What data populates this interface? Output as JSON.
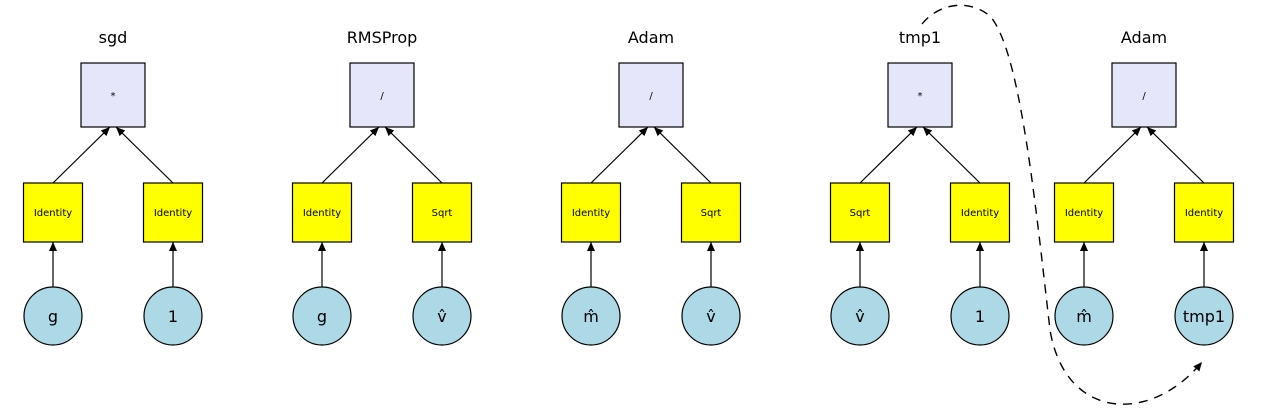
{
  "colors": {
    "op_fill": "#e6e6fa",
    "fn_fill": "#ffff00",
    "leaf_fill": "#add8e6",
    "stroke": "#000000"
  },
  "trees": [
    {
      "title": "sgd",
      "op": "*",
      "fns": [
        "Identity",
        "Identity"
      ],
      "leaves": [
        "g",
        "1"
      ]
    },
    {
      "title": "RMSProp",
      "op": "/",
      "fns": [
        "Identity",
        "Sqrt"
      ],
      "leaves": [
        "g",
        "v̂"
      ]
    },
    {
      "title": "Adam",
      "op": "/",
      "fns": [
        "Identity",
        "Sqrt"
      ],
      "leaves": [
        "m̂",
        "v̂"
      ]
    },
    {
      "title": "tmp1",
      "op": "*",
      "fns": [
        "Sqrt",
        "Identity"
      ],
      "leaves": [
        "v̂",
        "1"
      ]
    },
    {
      "title": "Adam",
      "op": "/",
      "fns": [
        "Identity",
        "Identity"
      ],
      "leaves": [
        "m̂",
        "tmp1"
      ]
    }
  ]
}
